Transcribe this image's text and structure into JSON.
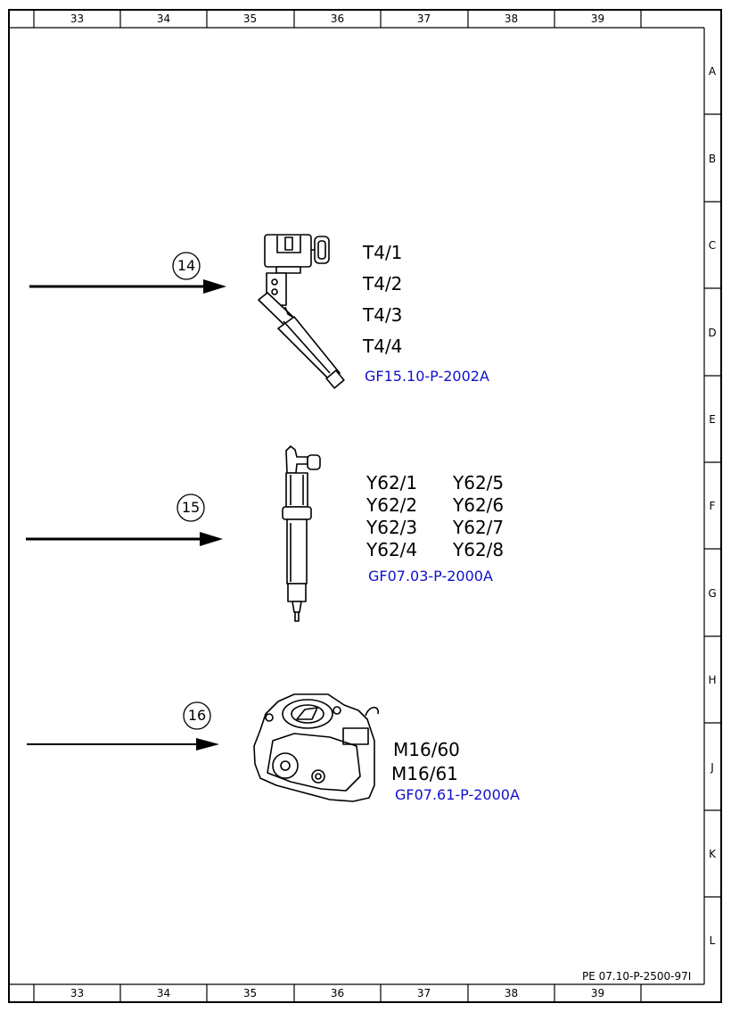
{
  "grid": {
    "columns": [
      "33",
      "34",
      "35",
      "36",
      "37",
      "38",
      "39"
    ],
    "rows": [
      "A",
      "B",
      "C",
      "D",
      "E",
      "F",
      "G",
      "H",
      "J",
      "K",
      "L"
    ]
  },
  "groups": [
    {
      "callout": "14",
      "part_numbers": [
        "T4/1",
        "T4/2",
        "T4/3",
        "T4/4"
      ],
      "reference": "GF15.10-P-2002A"
    },
    {
      "callout": "15",
      "part_numbers": [
        "Y62/1",
        "Y62/2",
        "Y62/3",
        "Y62/4",
        "Y62/5",
        "Y62/6",
        "Y62/7",
        "Y62/8"
      ],
      "reference": "GF07.03-P-2000A"
    },
    {
      "callout": "16",
      "part_numbers": [
        "M16/60",
        "M16/61"
      ],
      "reference": "GF07.61-P-2000A"
    }
  ],
  "document_code": "PE 07.10-P-2500-97I"
}
